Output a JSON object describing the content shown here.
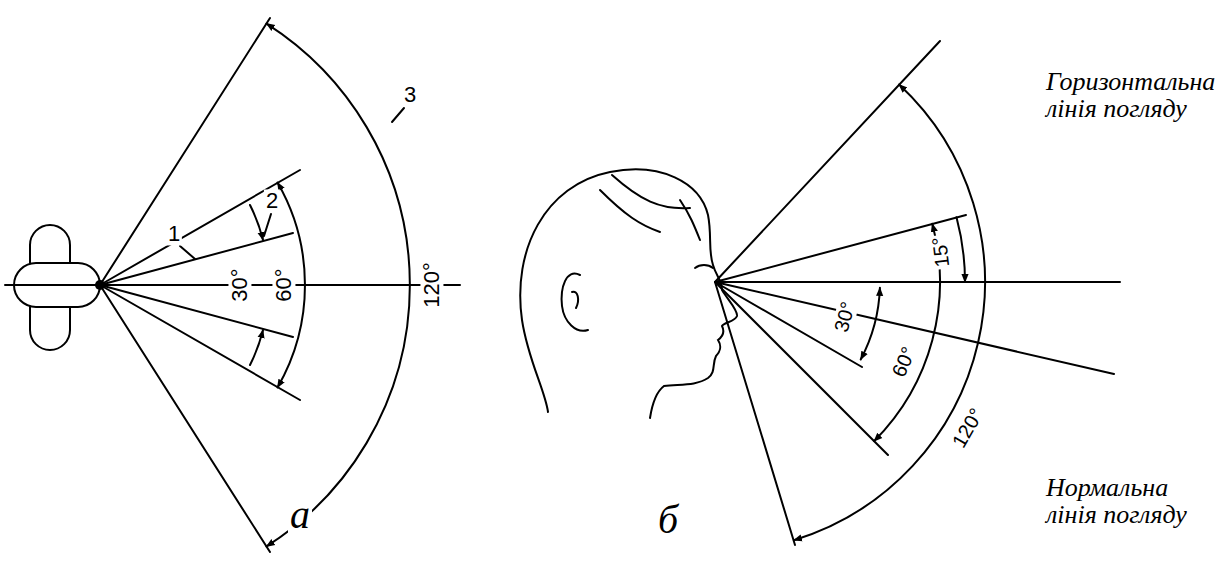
{
  "diagram": {
    "labels": [
      "1",
      "2",
      "3",
      "30°",
      "60°",
      "120°",
      "а",
      "15°",
      "30°",
      "60°",
      "120°",
      "Горизонтальна лінія погляду",
      "Нормальна лінія погляду",
      "б"
    ]
  }
}
